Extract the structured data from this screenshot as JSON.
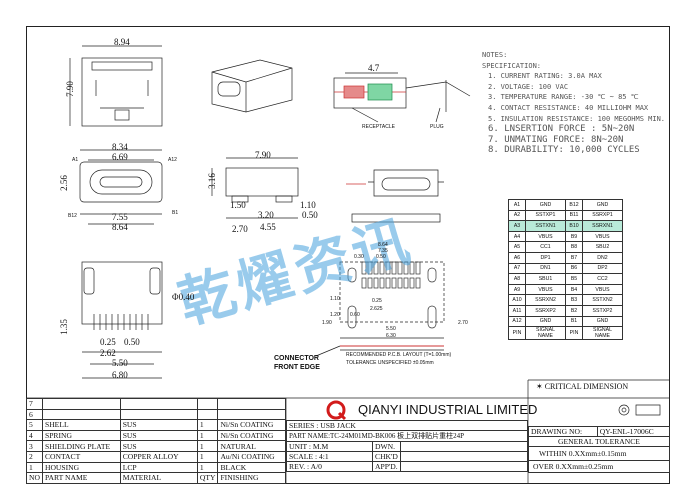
{
  "drawing": {
    "dims_top": [
      "8.94",
      "7.90"
    ],
    "dims_mid": [
      "8.34",
      "6.69",
      "2.56",
      "7.55",
      "8.64",
      "A1",
      "A12",
      "B12",
      "B1"
    ],
    "dims_side": [
      "7.90",
      "3.16",
      "1.50",
      "3.20",
      "0.50",
      "4.55",
      "2.70",
      "1.10"
    ],
    "dims_section": [
      "4.7"
    ],
    "labels": {
      "receptacle": "RECEPTACLE",
      "plug": "PLUG",
      "connector_front": "CONNECTOR\nFRONT EDGE",
      "pcb_layout": "RECOMMENDED P.C.B. LAYOUT (T=1.00mm)",
      "tolerance_note": "TOLERANCE UNSPECIFIED  ±0.05mm"
    },
    "dims_bottom": [
      "Φ0.40",
      "1.35",
      "0.25",
      "0.50",
      "2.62",
      "5.50",
      "6.80"
    ],
    "dims_pcb": [
      "8.64",
      "7.35",
      "0.30",
      "0.50",
      "0.25",
      "2.625",
      "0.60",
      "1.20",
      "1.10",
      "1.90",
      "2.70",
      "5.50",
      "6.30"
    ],
    "watermark": "乾燿资讯"
  },
  "notes": {
    "title": "NOTES:",
    "sub": "SPECIFICATION:",
    "items": [
      "1. CURRENT RATING: 3.0A MAX",
      "2. VOLTAGE: 100 VAC",
      "3. TEMPERATURE RANGE: -30 ℃ ~ 85 ℃",
      "4. CONTACT RESISTANCE: 40 MILLIOHM MAX",
      "5. INSULATION RESISTANCE: 100 MEGOHMS MIN.",
      "6. LNSERTION FORCE : 5N~20N",
      "7. UNMATING FORCE: 8N~20N",
      "8. DURABILITY:  10,000 CYCLES"
    ]
  },
  "signals": [
    [
      "A1",
      "GND",
      "B12",
      "GND"
    ],
    [
      "A2",
      "SSTXP1",
      "B11",
      "SSRXP1"
    ],
    [
      "A3",
      "SSTXN1",
      "B10",
      "SSRXN1"
    ],
    [
      "A4",
      "VBUS",
      "B9",
      "VBUS"
    ],
    [
      "A5",
      "CC1",
      "B8",
      "SBU2"
    ],
    [
      "A6",
      "DP1",
      "B7",
      "DN2"
    ],
    [
      "A7",
      "DN1",
      "B6",
      "DP2"
    ],
    [
      "A8",
      "SBU1",
      "B5",
      "CC2"
    ],
    [
      "A9",
      "VBUS",
      "B4",
      "VBUS"
    ],
    [
      "A10",
      "SSRXN2",
      "B3",
      "SSTXN2"
    ],
    [
      "A11",
      "SSRXP2",
      "B2",
      "SSTXP2"
    ],
    [
      "A12",
      "GND",
      "B1",
      "GND"
    ],
    [
      "PIN",
      "SIGNAL NAME",
      "PIN",
      "SIGNAL NAME"
    ]
  ],
  "title_block": {
    "critical": "✶ CRITICAL  DIMENSION",
    "company": "QIANYI INDUSTRIAL LIMITED",
    "series": "SERIES : USB JACK",
    "drawing_no": "DRAWING NO:",
    "drawing_no_val": "QY-ENL-17006C",
    "part_name": "PART NAME:TC-24M01MD-BK006 板上双排贴片重柱24P",
    "gen_tol": "GENERAL TOLERANCE",
    "unit": "UNIT : M.M",
    "dwn": "DWN.",
    "within": "WITHIN 0.XXmm±0.15mm",
    "scale": "SCALE : 4:1",
    "chkd": "CHK'D",
    "over": "OVER   0.XXmm±0.25mm",
    "rev": "REV. :  A/0",
    "appd": "APP'D."
  },
  "bom": {
    "rows": [
      [
        "7",
        "",
        "",
        "",
        ""
      ],
      [
        "6",
        "",
        "",
        "",
        ""
      ],
      [
        "5",
        "SHELL",
        "SUS",
        "1",
        "Ni/Sn COATING"
      ],
      [
        "4",
        "SPRING",
        "SUS",
        "1",
        "Ni/Sn COATING"
      ],
      [
        "3",
        "SHIELDING PLATE",
        "SUS",
        "1",
        "NATURAL"
      ],
      [
        "2",
        "CONTACT",
        "COPPER ALLOY",
        "1",
        "Au/Ni COATING"
      ],
      [
        "1",
        "HOUSING",
        "LCP",
        "1",
        "BLACK"
      ],
      [
        "NO",
        "PART NAME",
        "MATERIAL",
        "QTY",
        "FINISHING"
      ]
    ]
  }
}
